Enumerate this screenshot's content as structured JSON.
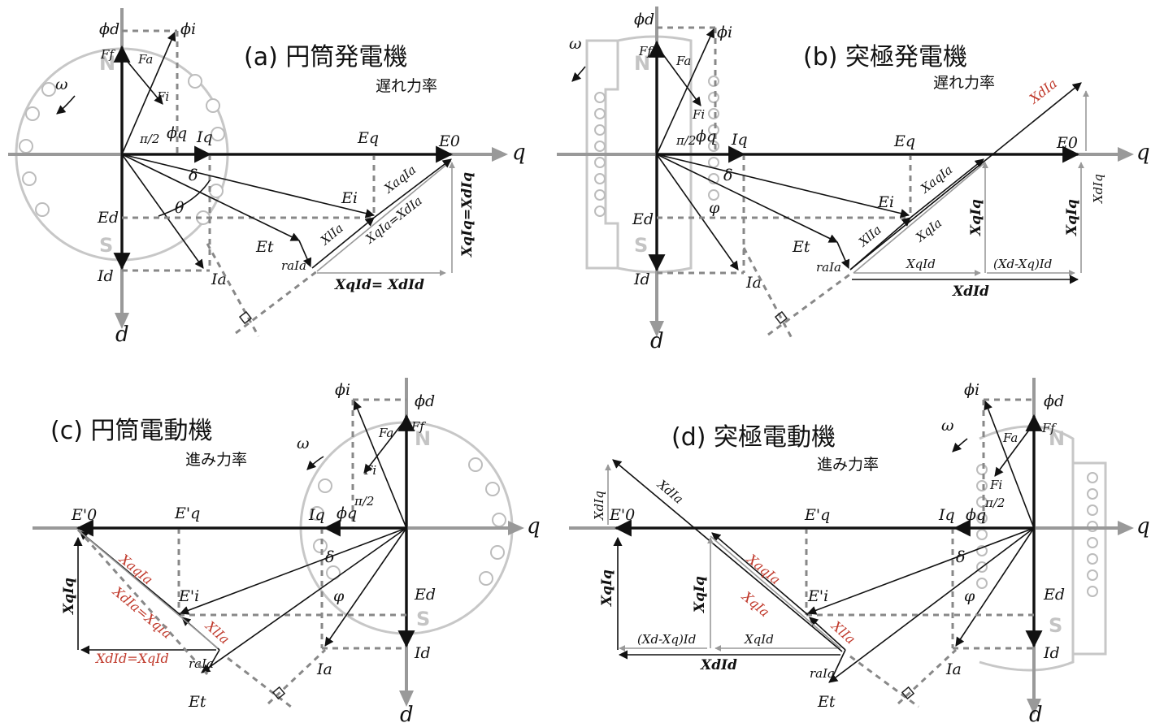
{
  "panels": {
    "a": {
      "title": "(a) 円筒発電機",
      "subtitle": "遅れ力率"
    },
    "b": {
      "title": "(b) 突極発電機",
      "subtitle": "遅れ力率"
    },
    "c": {
      "title": "(c) 円筒電動機",
      "subtitle": "進み力率"
    },
    "d": {
      "title": "(d) 突極電動機",
      "subtitle": "進み力率"
    }
  },
  "labels": {
    "q": "q",
    "d": "d",
    "phi_d": "ϕd",
    "phi_i": "ϕi",
    "Ff": "Ff",
    "Fa": "Fa",
    "Fi": "Fi",
    "omega": "ω",
    "pi2": "π/2",
    "phi_q": "ϕq",
    "Iq": "Iq",
    "Id": "Id",
    "Ed": "Ed",
    "Eq": "Eq",
    "E0": "E0",
    "E0p": "E'0",
    "Eqp": "E'q",
    "Ei": "Ei",
    "Eip": "E'i",
    "Et": "Et",
    "Ia": "Ia",
    "delta": "δ",
    "theta": "θ",
    "phi": "φ",
    "raIa": "raIa",
    "XlIa": "XlIa",
    "XaqIa": "XaqIa",
    "XqIa_eq_XdIa": "XqIa=XdIa",
    "XqIq_eq_XdIq": "XqIq=XdIq",
    "XqId_eq_XdId": "XqId= XdId",
    "XqIa": "XqIa",
    "XdIa": "XdIa",
    "XqIq": "XqIq",
    "XdIq": "XdIq",
    "XqId": "XqId",
    "XdId": "XdId",
    "XdmXqId": "(Xd-Xq)Id",
    "XdIa_eq_XqIa": "XdIa=XqIa",
    "XdId_eq_XqId": "XdId=XqId",
    "N": "N",
    "S": "S"
  },
  "colors": {
    "axis": "#999999",
    "vector": "#111111",
    "highlight": "#c0392b",
    "machine": "#c7c7c7"
  }
}
